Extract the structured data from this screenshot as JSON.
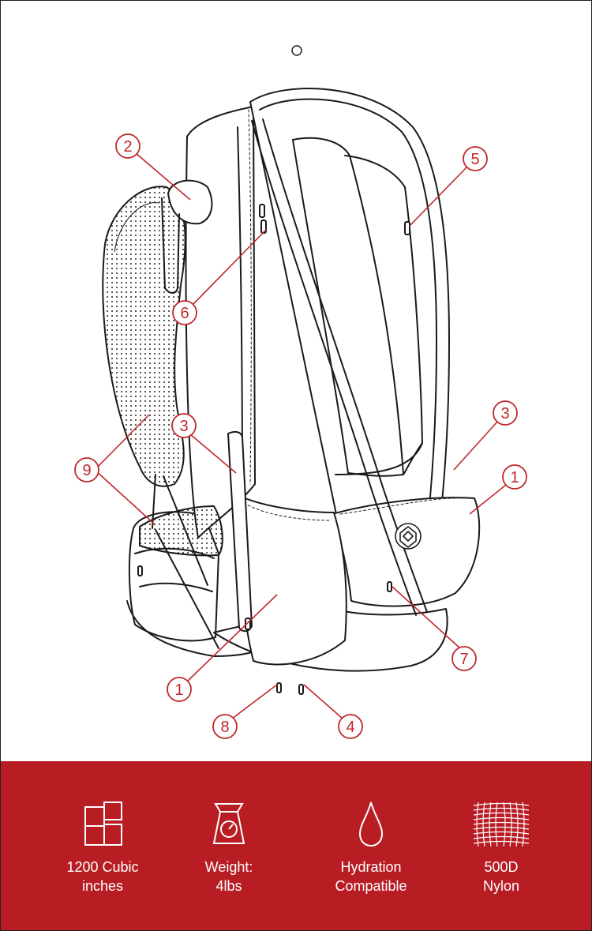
{
  "callouts": [
    {
      "number": "1"
    },
    {
      "number": "1"
    },
    {
      "number": "2"
    },
    {
      "number": "3"
    },
    {
      "number": "3"
    },
    {
      "number": "4"
    },
    {
      "number": "5"
    },
    {
      "number": "6"
    },
    {
      "number": "7"
    },
    {
      "number": "8"
    },
    {
      "number": "9"
    }
  ],
  "features": [
    {
      "icon": "cubes-icon",
      "line1": "1200 Cubic",
      "line2": "inches"
    },
    {
      "icon": "scale-icon",
      "line1": "Weight:",
      "line2": "4lbs"
    },
    {
      "icon": "water-drop-icon",
      "line1": "Hydration",
      "line2": "Compatible"
    },
    {
      "icon": "nylon-weave-icon",
      "line1": "500D",
      "line2": "Nylon"
    }
  ],
  "colors": {
    "accent": "#c0272d",
    "footer": "#b81d24",
    "line": "#1a1a1a"
  }
}
